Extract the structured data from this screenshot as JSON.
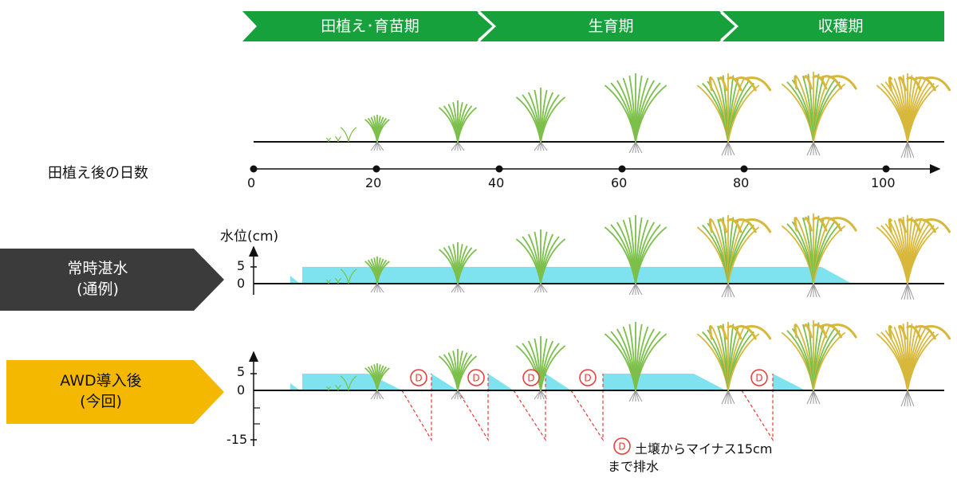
{
  "phases": [
    {
      "label": "田植え･育苗期"
    },
    {
      "label": "生育期"
    },
    {
      "label": "収穫期"
    }
  ],
  "days_axis": {
    "label": "田植え後の日数",
    "ticks": [
      "0",
      "20",
      "40",
      "60",
      "80",
      "100"
    ]
  },
  "continuous": {
    "line1": "常時湛水",
    "line2": "(通例)",
    "axis_title": "水位(cm)",
    "ticks": [
      "5",
      "0"
    ]
  },
  "awd": {
    "line1": "AWD導入後",
    "line2": "(今回)",
    "ticks": [
      "5",
      "0",
      "-15"
    ],
    "drain_marker": "D",
    "legend_line1": "土壌からマイナス15cm",
    "legend_line2": "まで排水"
  },
  "colors": {
    "phase_green": "#16a13c",
    "continuous_box": "#3b3b3b",
    "awd_box": "#f5b800",
    "water": "#7fe3ef",
    "drain_red": "#e53935",
    "plant_young": "#7cbf4b",
    "plant_ripe": "#d8b83a"
  }
}
